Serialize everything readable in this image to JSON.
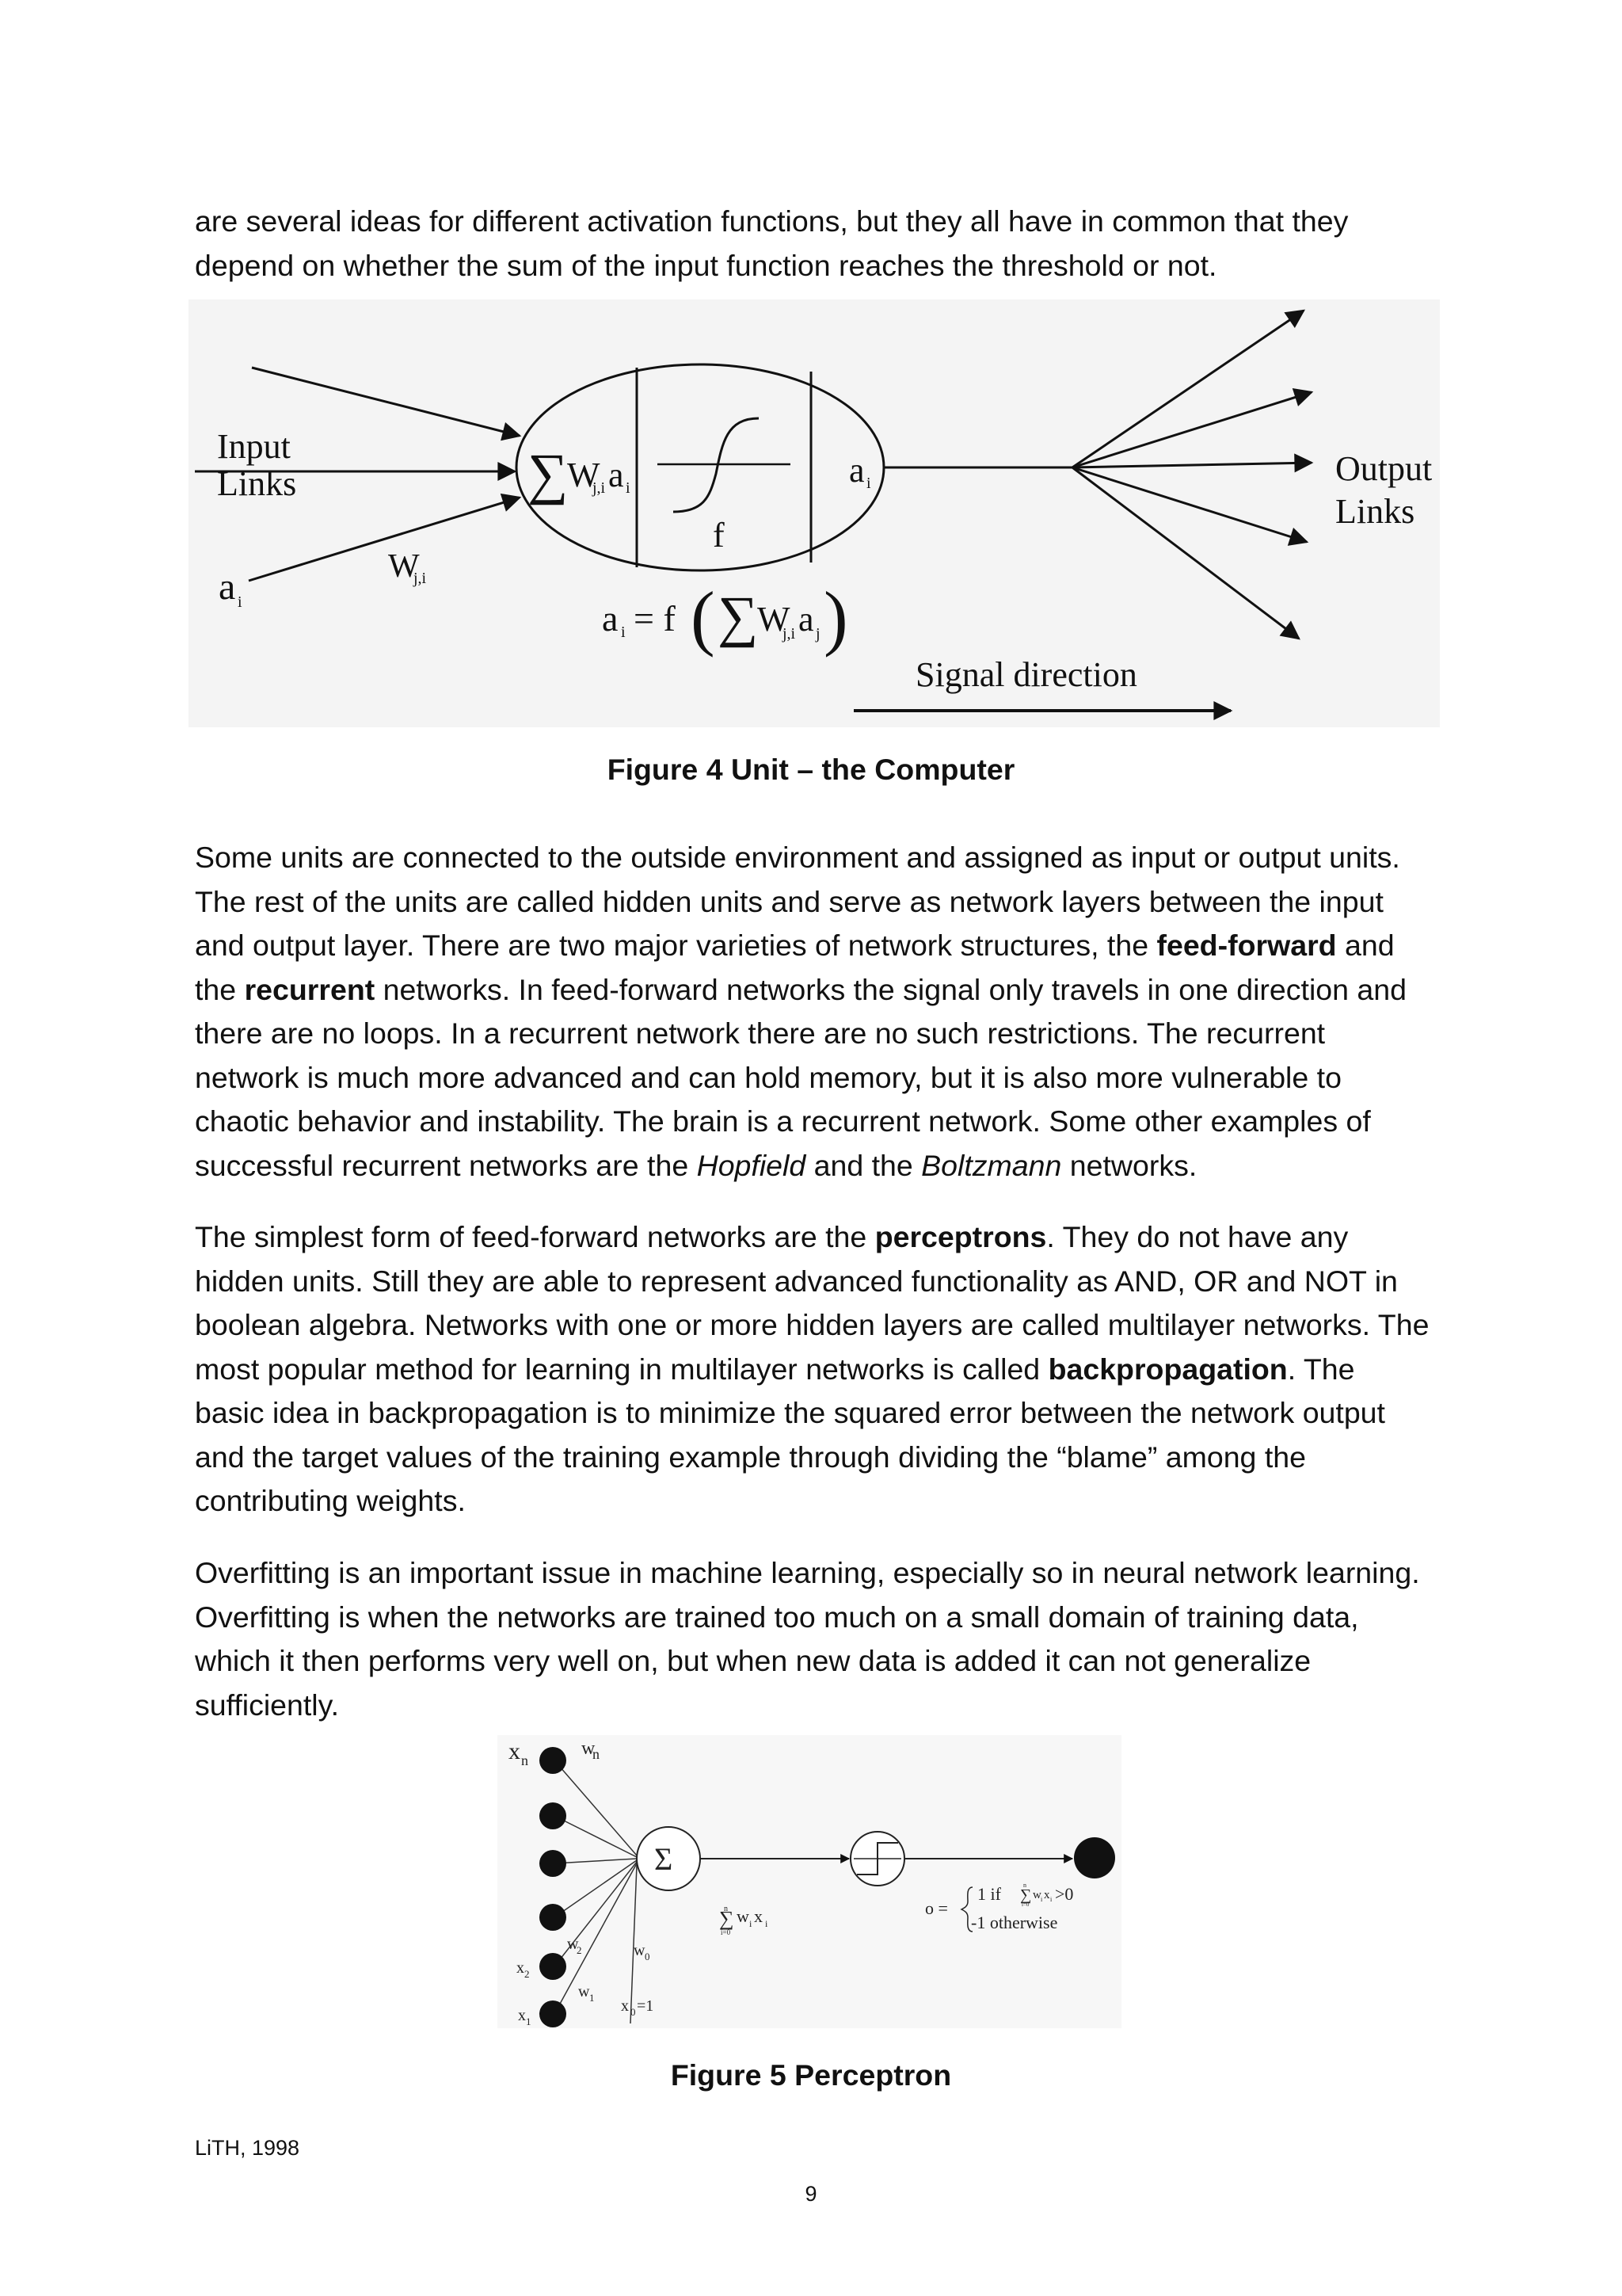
{
  "intro": {
    "text": "are several ideas for different activation functions, but they all have in common that they depend on whether the sum of the input function reaches the threshold or not."
  },
  "figure4": {
    "caption": "Figure 4 Unit – the Computer",
    "labels": {
      "input_line1": "Input",
      "input_line2": "Links",
      "output_line1": "Output",
      "output_line2": "Links",
      "sum_symbol": "∑",
      "sum_w": "W",
      "sum_sub": "j,i",
      "sum_a": "a",
      "sum_a_sub": "i",
      "f": "f",
      "out_a": "a",
      "out_a_sub": "i",
      "in_a": "a",
      "in_a_sub": "i",
      "weight": "W",
      "weight_sub": "j,i",
      "formula_lhs": "a",
      "formula_lhs_sub": "i",
      "formula_eq": "= f",
      "formula_sum": "∑",
      "formula_w": "W",
      "formula_w_sub": "j,i",
      "formula_a": "a",
      "formula_a_sub": "j",
      "signal_direction": "Signal direction"
    }
  },
  "paragraph1": {
    "p1": "Some units are connected to the outside environment and assigned as input or output units. The rest of the units are called hidden units and serve as network layers between the input and output layer. There are two major varieties of network structures, the ",
    "b1": "feed-forward",
    "p2": " and the ",
    "b2": "recurrent",
    "p3": " networks. In feed-forward networks the signal only travels in one direction and there are no loops. In a recurrent network there are no such restrictions. The recurrent network is much more advanced and can hold memory, but it is also more vulnerable to chaotic behavior and instability. The brain is a recurrent network. Some other examples of successful recurrent networks are the ",
    "i1": "Hopfield",
    "p4": " and the ",
    "i2": "Boltzmann",
    "p5": " networks."
  },
  "paragraph2": {
    "p1": "The simplest form of feed-forward networks are the ",
    "b1": "perceptrons",
    "p2": ". They do not have any hidden units. Still they are able to represent advanced functionality as AND, OR and NOT in boolean algebra. Networks with one or more hidden layers are called multilayer networks. The most popular method for learning in multilayer networks is called ",
    "b2": "backpropagation",
    "p3": ". The basic idea in backpropagation is to minimize the squared error between the network output and the target values of the training example through dividing the “blame” among the contributing weights."
  },
  "paragraph3": {
    "text": "Overfitting is an important issue in machine learning, especially so in neural network learning. Overfitting is when the networks are trained too much on a small domain of training data, which it then performs very well on, but when new data is added it can not generalize sufficiently."
  },
  "figure5": {
    "caption": "Figure 5 Perceptron",
    "labels": {
      "xn": "x",
      "xn_sub": "n",
      "wn": "w",
      "wn_sub": "n",
      "w2": "w",
      "w2_sub": "2",
      "x2": "x",
      "x2_sub": "2",
      "w1": "w",
      "w1_sub": "1",
      "x1": "x",
      "x1_sub": "1",
      "w0": "w",
      "w0_sub": "0",
      "x0": "x",
      "x0_sub": "0",
      "x0_eq": "=1",
      "sigma": "Σ",
      "sum_sigma": "∑",
      "sum_top": "n",
      "sum_bottom": "i=0",
      "sum_w": "w",
      "sum_w_sub": "i",
      "sum_x": "x",
      "sum_x_sub": "i",
      "o_eq": "o =",
      "case1": "1  if",
      "case1_sum": "∑",
      "case1_top": "n",
      "case1_bottom": "i=0",
      "case1_expr": "w",
      "case1_expr_sub": "i",
      "case1_x": "x",
      "case1_x_sub": "i",
      "case1_gt": ">0",
      "case2": "-1  otherwise"
    }
  },
  "footer": {
    "left": "LiTH, 1998",
    "page": "9"
  }
}
